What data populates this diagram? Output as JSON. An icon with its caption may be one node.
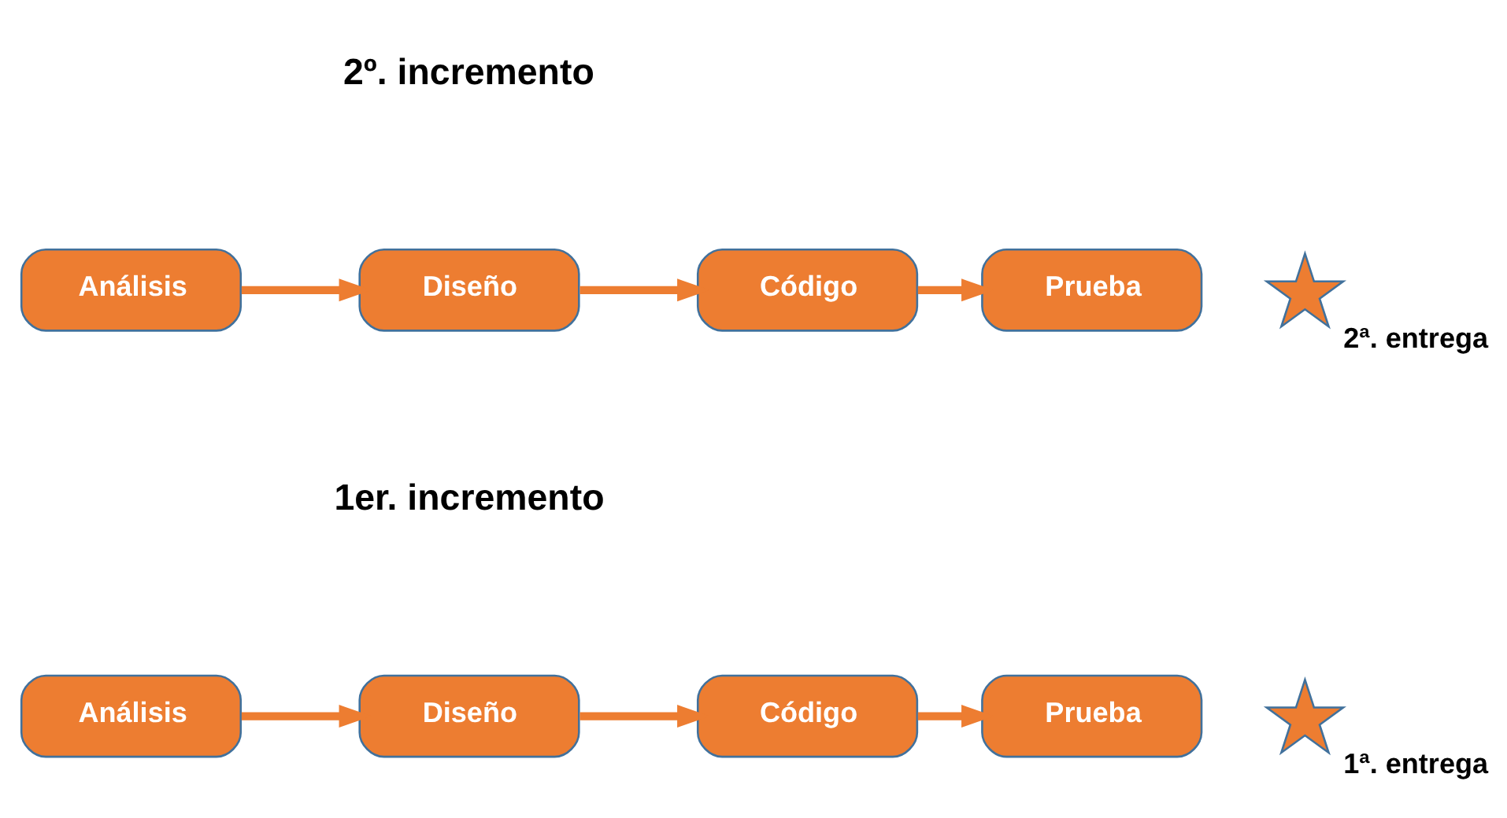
{
  "diagram": {
    "nodes": [
      {
        "text": [
          "Análisis"
        ]
      },
      {
        "text": [
          "Diseño"
        ]
      },
      {
        "text": [
          "Código"
        ]
      },
      {
        "text": [
          "Prueba"
        ]
      },
      {
        "text": [],
        "shape": "star",
        "beside": [
          "1ª. entrega"
        ]
      },
      {
        "text": [
          "Análisis"
        ]
      },
      {
        "text": [
          "Diseño"
        ]
      },
      {
        "text": [
          "Código"
        ]
      },
      {
        "text": [
          "Prueba"
        ]
      },
      {
        "text": [],
        "shape": "star",
        "beside": [
          "2ª. entrega"
        ]
      }
    ],
    "edges": [
      {
        "from": 0,
        "to": 1,
        "arrow": "to"
      },
      {
        "from": 1,
        "to": 2,
        "arrow": "to"
      },
      {
        "from": 2,
        "to": 3,
        "arrow": "to"
      },
      {
        "from": 5,
        "to": 6,
        "arrow": "to"
      },
      {
        "from": 6,
        "to": 7,
        "arrow": "to"
      },
      {
        "from": 7,
        "to": 8,
        "arrow": "to"
      }
    ],
    "labels": [
      "1er. incremento",
      "2º. incremento"
    ]
  }
}
